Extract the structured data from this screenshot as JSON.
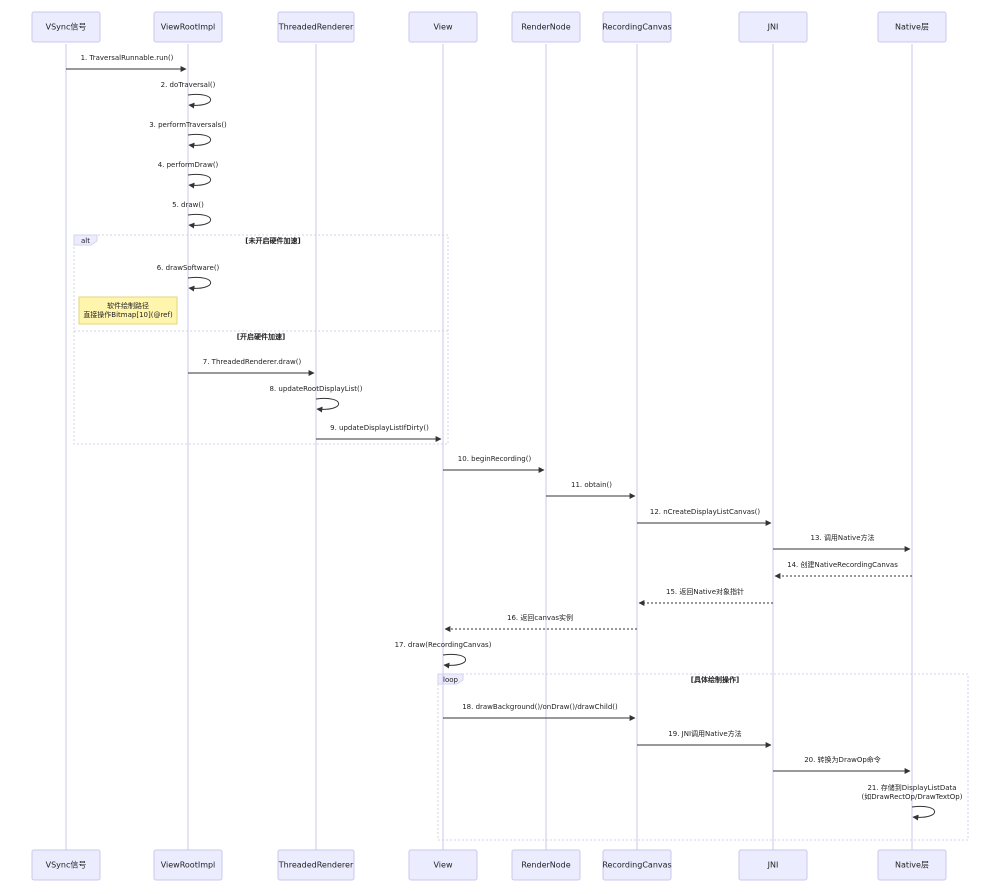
{
  "participants": [
    {
      "id": "vsync",
      "label": "VSync信号"
    },
    {
      "id": "vri",
      "label": "ViewRootImpl"
    },
    {
      "id": "tr",
      "label": "ThreadedRenderer"
    },
    {
      "id": "view",
      "label": "View"
    },
    {
      "id": "rn",
      "label": "RenderNode"
    },
    {
      "id": "rc",
      "label": "RecordingCanvas"
    },
    {
      "id": "jni",
      "label": "JNI"
    },
    {
      "id": "native",
      "label": "Native层"
    }
  ],
  "messages": [
    {
      "from": "vsync",
      "to": "vri",
      "label": "1. TraversalRunnable.run()",
      "style": "solid"
    },
    {
      "from": "vri",
      "to": "vri",
      "label": "2. doTraversal()",
      "style": "solid"
    },
    {
      "from": "vri",
      "to": "vri",
      "label": "3. performTraversals()",
      "style": "solid"
    },
    {
      "from": "vri",
      "to": "vri",
      "label": "4. performDraw()",
      "style": "solid"
    },
    {
      "from": "vri",
      "to": "vri",
      "label": "5. draw()",
      "style": "solid"
    },
    {
      "from": "vri",
      "to": "vri",
      "label": "6. drawSoftware()",
      "style": "solid"
    },
    {
      "from": "vri",
      "to": "tr",
      "label": "7. ThreadedRenderer.draw()",
      "style": "solid"
    },
    {
      "from": "tr",
      "to": "tr",
      "label": "8. updateRootDisplayList()",
      "style": "solid"
    },
    {
      "from": "tr",
      "to": "view",
      "label": "9. updateDisplayListIfDirty()",
      "style": "solid"
    },
    {
      "from": "view",
      "to": "rn",
      "label": "10. beginRecording()",
      "style": "solid"
    },
    {
      "from": "rn",
      "to": "rc",
      "label": "11. obtain()",
      "style": "solid"
    },
    {
      "from": "rc",
      "to": "jni",
      "label": "12. nCreateDisplayListCanvas()",
      "style": "solid"
    },
    {
      "from": "jni",
      "to": "native",
      "label": "13. 调用Native方法",
      "style": "solid"
    },
    {
      "from": "native",
      "to": "jni",
      "label": "14. 创建NativeRecordingCanvas",
      "style": "dashed"
    },
    {
      "from": "jni",
      "to": "rc",
      "label": "15. 返回Native对象指针",
      "style": "dashed"
    },
    {
      "from": "rc",
      "to": "view",
      "label": "16. 返回canvas实例",
      "style": "dashed"
    },
    {
      "from": "view",
      "to": "view",
      "label": "17. draw(RecordingCanvas)",
      "style": "solid"
    },
    {
      "from": "view",
      "to": "rc",
      "label": "18. drawBackground()/onDraw()/drawChild()",
      "style": "solid"
    },
    {
      "from": "rc",
      "to": "jni",
      "label": "19. JNI调用Native方法",
      "style": "solid"
    },
    {
      "from": "jni",
      "to": "native",
      "label": "20. 转换为DrawOp命令",
      "style": "solid"
    },
    {
      "from": "native",
      "to": "native",
      "label": "21. 存储到DisplayListData\n(如DrawRectOp/DrawTextOp)",
      "style": "solid"
    }
  ],
  "frames": [
    {
      "kind": "alt",
      "condition": "[未开启硬件加速]",
      "else_condition": "[开启硬件加速]"
    },
    {
      "kind": "loop",
      "condition": "[具体绘制操作]"
    }
  ],
  "notes": [
    {
      "text": "软件绘制路径\n直接操作Bitmap[10](@ref)"
    }
  ],
  "colors": {
    "actor_fill": "#ececff",
    "actor_stroke": "#c9c9ec",
    "note_fill": "#fff5ad",
    "arrow": "#333333"
  }
}
